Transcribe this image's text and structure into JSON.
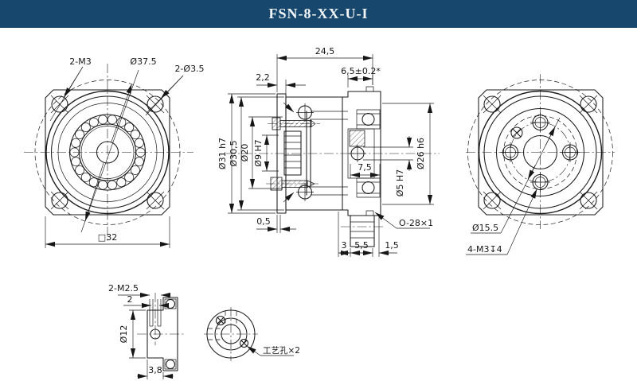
{
  "title": "FSN-8-XX-U-I",
  "colors": {
    "header_bg": "#17476d",
    "paper": "#ffffff",
    "line": "#1b1b1b"
  },
  "views": {
    "front": {
      "caption_thread": "2-M3",
      "caption_dia": "Ø37.5",
      "caption_holes": "2-Ø3.5",
      "caption_square": "□32"
    },
    "section": {
      "dim_total_width": "24,5",
      "dim_flange": "2,2",
      "dim_shaft": "6,5±0.2*",
      "dim_d31": "Ø31 h7",
      "dim_d30_5": "Ø30,5",
      "dim_d20": "Ø20",
      "dim_d9": "Ø9 H7",
      "dim_7_5": "7,5",
      "dim_d5": "Ø5 H7",
      "dim_d26": "Ø26 h6",
      "dim_0_5": "0,5",
      "dim_3": "3",
      "dim_5_5": "5,5",
      "dim_1_5": "1,5",
      "label_oring": "O-28×1"
    },
    "rear": {
      "dim_bolt_circle": "Ø15.5",
      "caption_thread": "4-M3↧4"
    },
    "shaft": {
      "caption_thread": "2-M2.5",
      "dim_2": "2",
      "dim_d12": "Ø12",
      "dim_3_8": "3,8"
    },
    "process": {
      "caption": "工艺孔×2"
    }
  }
}
